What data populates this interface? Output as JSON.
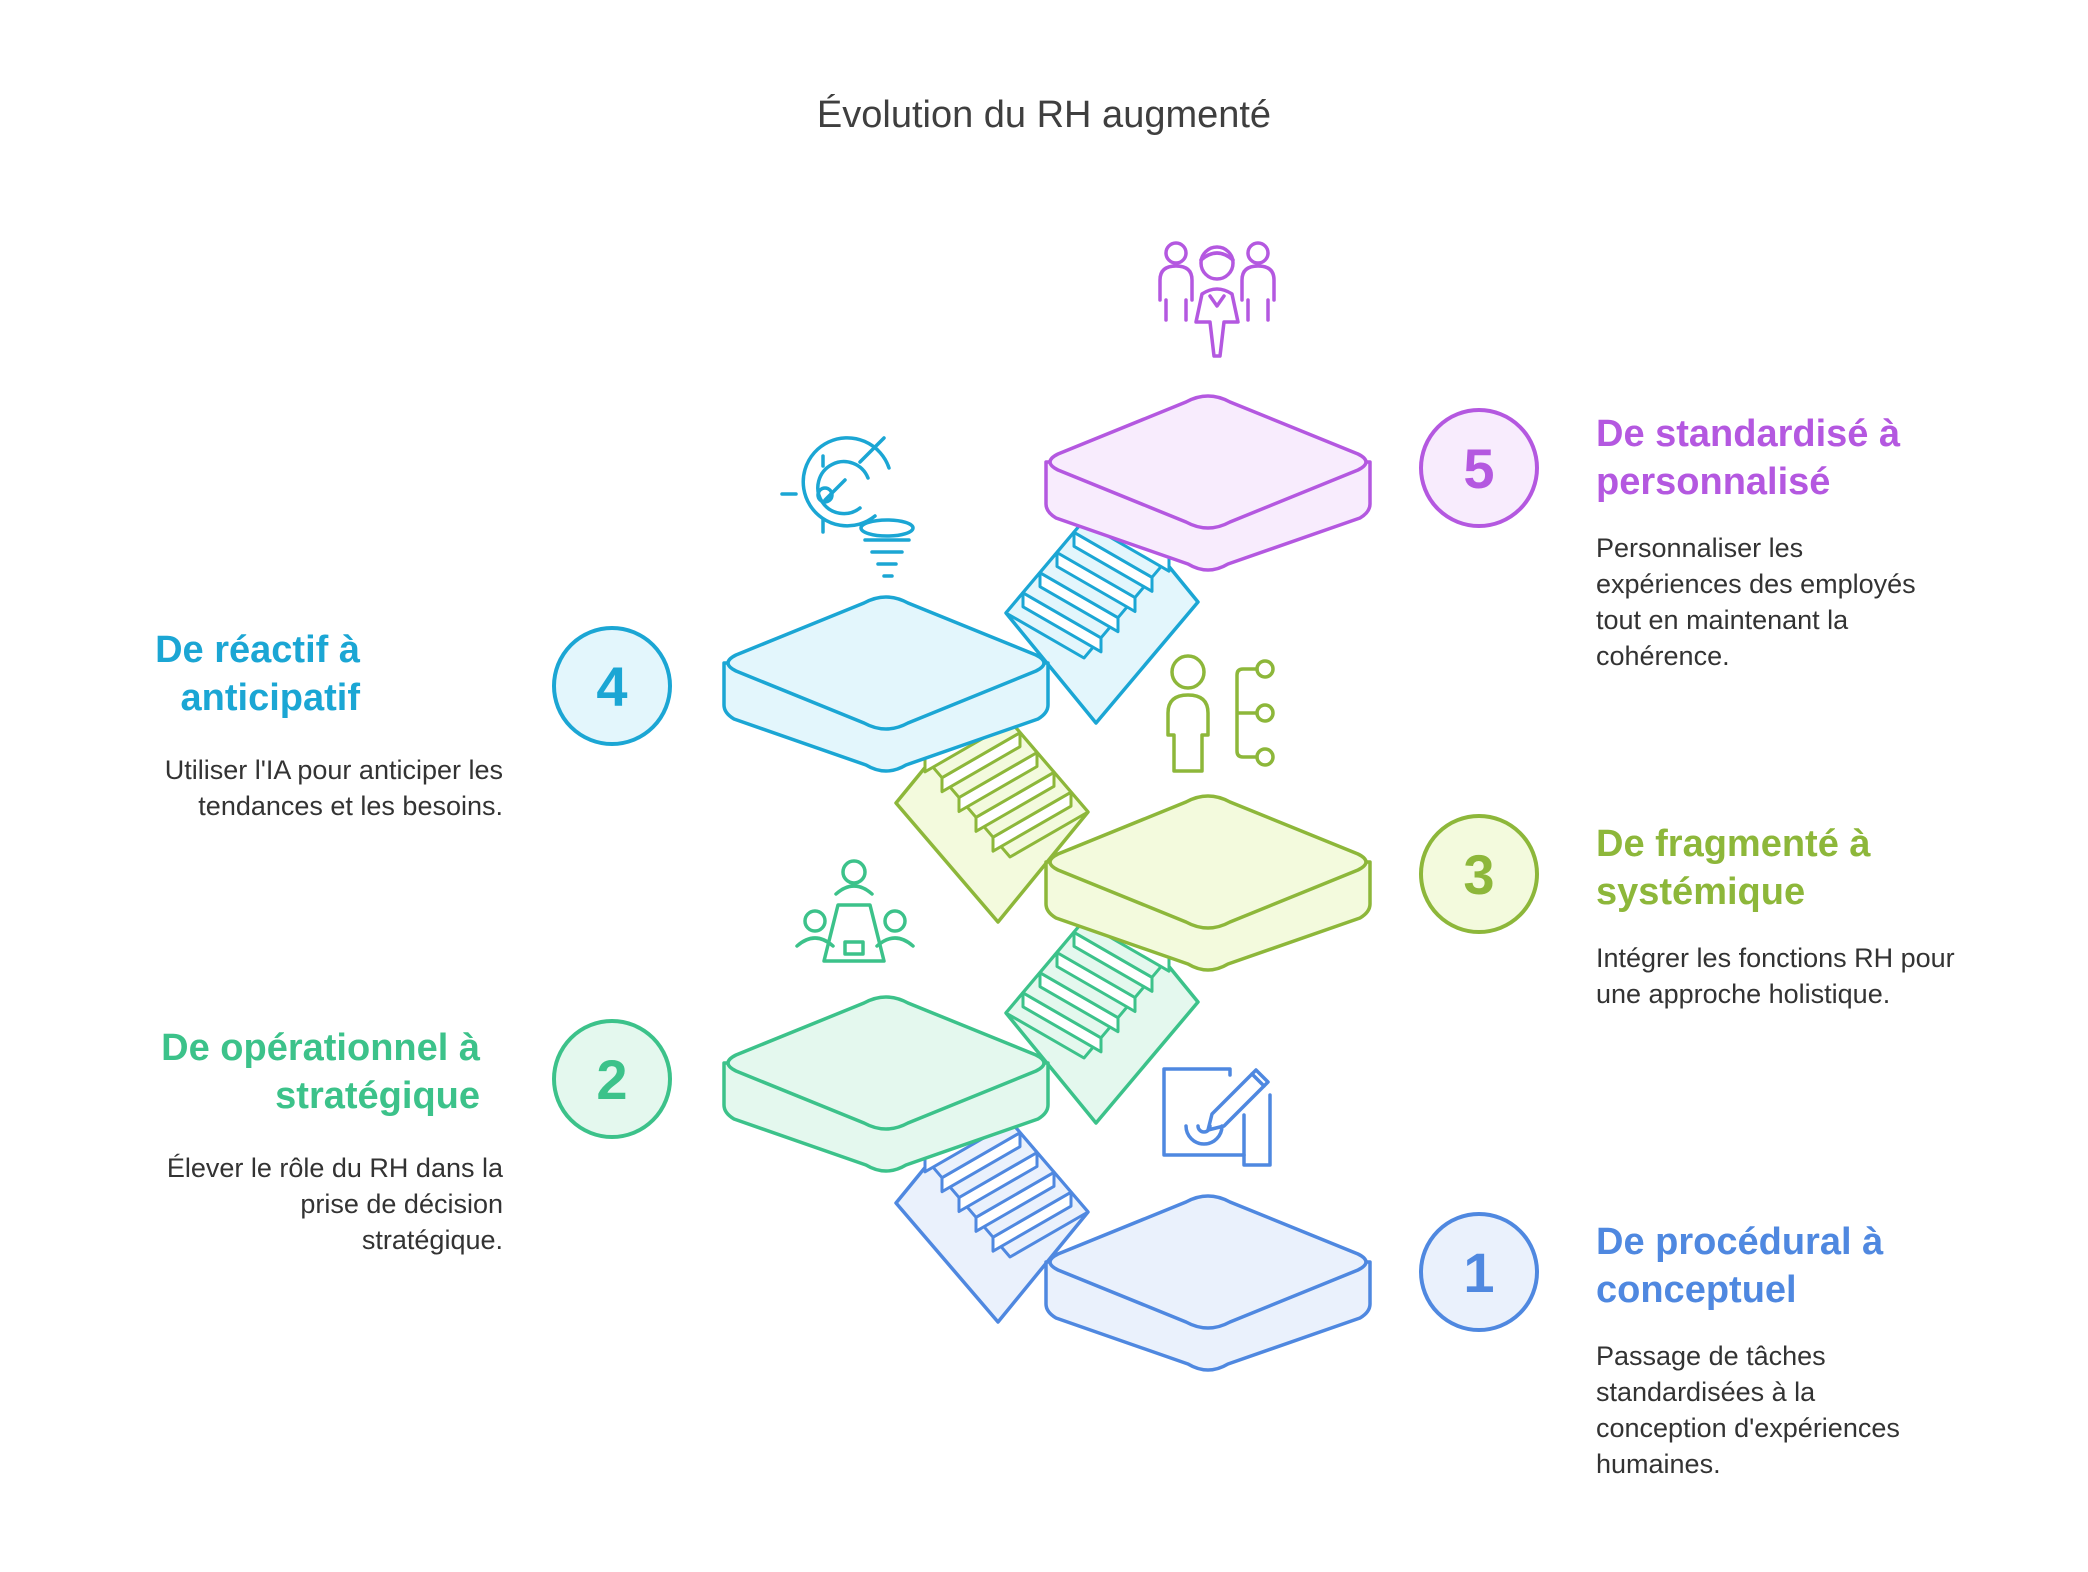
{
  "title": "Évolution du RH augmenté",
  "stages": [
    {
      "number": "1",
      "heading_line1": "De procédural à",
      "heading_line2": "conceptuel",
      "description": "Passage de tâches standardisées à la conception d'expériences humaines.",
      "color": "#4f88e0",
      "fill": "#eaf1fc",
      "icon": "design-pencil-icon"
    },
    {
      "number": "2",
      "heading_line1": "De opérationnel à",
      "heading_line2": "stratégique",
      "description": "Élever le rôle du RH dans la prise de décision stratégique.",
      "color": "#3cc28a",
      "fill": "#e4f8ee",
      "icon": "team-meeting-icon"
    },
    {
      "number": "3",
      "heading_line1": "De fragmenté à",
      "heading_line2": "systémique",
      "description": "Intégrer les fonctions RH pour une approche holistique.",
      "color": "#8db73a",
      "fill": "#f3fadd",
      "icon": "person-network-icon"
    },
    {
      "number": "4",
      "heading_line1": "De réactif à",
      "heading_line2": "anticipatif",
      "description": "Utiliser l'IA pour anticiper les tendances et les besoins.",
      "color": "#1ba6d4",
      "fill": "#e3f6fc",
      "icon": "radar-tornado-icon"
    },
    {
      "number": "5",
      "heading_line1": "De standardisé à",
      "heading_line2": "personnalisé",
      "description": "Personnaliser les expériences des employés tout en maintenant la cohérence.",
      "color": "#b458e0",
      "fill": "#f8ecfd",
      "icon": "people-group-icon"
    }
  ]
}
